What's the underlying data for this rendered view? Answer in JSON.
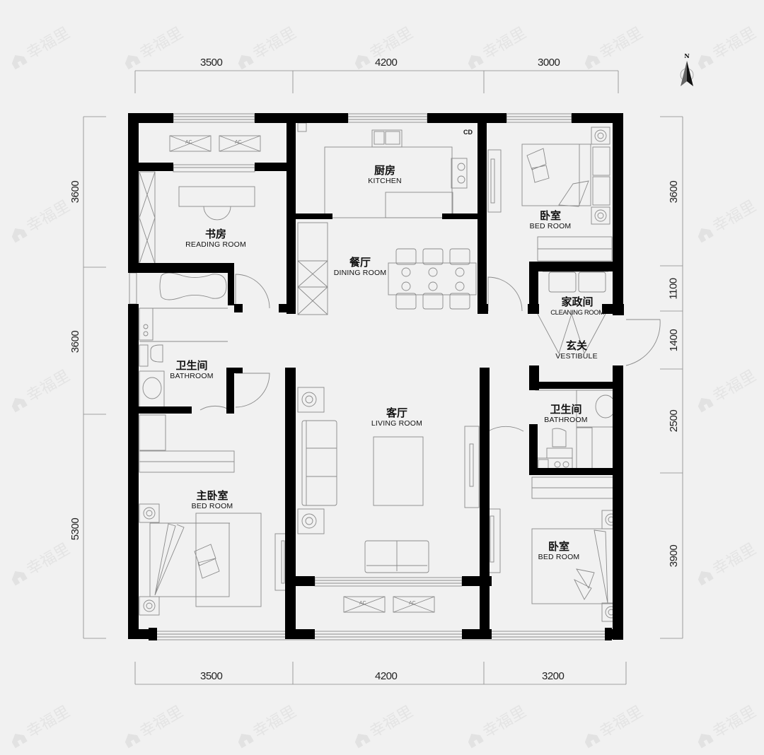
{
  "watermark": {
    "text": "幸福里",
    "icon": "house-icon"
  },
  "compass": {
    "label": "N",
    "icon": "north-arrow-icon"
  },
  "dimensions": {
    "top": [
      "3500",
      "4200",
      "3000"
    ],
    "bottom": [
      "3500",
      "4200",
      "3200"
    ],
    "left": [
      "3600",
      "3600",
      "5300"
    ],
    "right": [
      "3600",
      "1100",
      "1400",
      "2500",
      "3900"
    ]
  },
  "rooms": {
    "reading": {
      "cn": "书房",
      "en": "READING ROOM"
    },
    "kitchen": {
      "cn": "厨房",
      "en": "KITCHEN"
    },
    "dining": {
      "cn": "餐厅",
      "en": "DINING ROOM"
    },
    "bedroom_ne": {
      "cn": "卧室",
      "en": "BED ROOM"
    },
    "cleaning": {
      "cn": "家政间",
      "en": "CLEANING ROOM"
    },
    "vestibule": {
      "cn": "玄关",
      "en": "VESTIBULE"
    },
    "bath_w": {
      "cn": "卫生间",
      "en": "BATHROOM"
    },
    "bath_e": {
      "cn": "卫生间",
      "en": "BATHROOM"
    },
    "living": {
      "cn": "客厅",
      "en": "LIVING ROOM"
    },
    "master": {
      "cn": "主卧室",
      "en": "BED ROOM"
    },
    "bedroom_se": {
      "cn": "卧室",
      "en": "BED ROOM"
    }
  },
  "fixtures": {
    "ac_label": "AC",
    "cd_label": "CD"
  },
  "colors": {
    "wall": "#000000",
    "line": "#888888",
    "background": "#f1f1f1"
  }
}
